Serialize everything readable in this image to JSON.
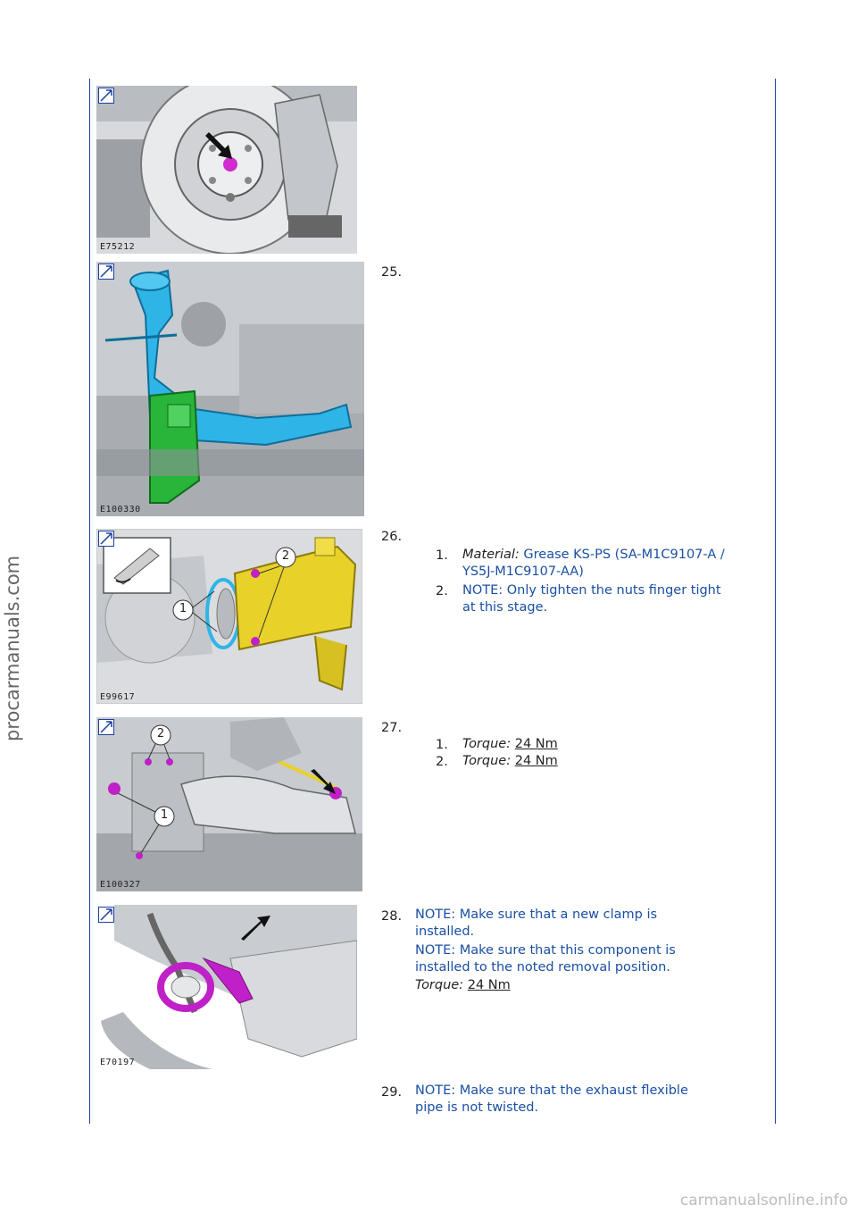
{
  "sidebar_watermark": "procarmanuals.com",
  "footer_watermark": "carmanualsonline.info",
  "figures": [
    {
      "code": "E75212"
    },
    {
      "code": "E100330"
    },
    {
      "code": "E99617",
      "callouts": [
        "1",
        "2"
      ]
    },
    {
      "code": "E100327",
      "callouts": [
        "2",
        "1"
      ]
    },
    {
      "code": "E70197"
    }
  ],
  "steps": {
    "s25": {
      "number": "25."
    },
    "s26": {
      "number": "26.",
      "items": [
        {
          "num": "1.",
          "label": "Material:",
          "text_line1": "Grease KS-PS (SA-M1C9107-A /",
          "text_line2": "YS5J-M1C9107-AA)"
        },
        {
          "num": "2.",
          "text_line1": "NOTE: Only tighten the nuts finger tight",
          "text_line2": "at this stage."
        }
      ]
    },
    "s27": {
      "number": "27.",
      "items": [
        {
          "num": "1.",
          "label": "Torque:",
          "value": "24 Nm"
        },
        {
          "num": "2.",
          "label": "Torque:",
          "value": "24 Nm"
        }
      ]
    },
    "s28": {
      "number": "28.",
      "note1_line1": "NOTE: Make sure that a new clamp is",
      "note1_line2": "installed.",
      "note2_line1": "NOTE: Make sure that this component is",
      "note2_line2": "installed to the noted removal position.",
      "torque_label": "Torque:",
      "torque_value": "24 Nm"
    },
    "s29": {
      "number": "29.",
      "note_line1": "NOTE: Make sure that the exhaust flexible",
      "note_line2": "pipe is not twisted."
    }
  },
  "colors": {
    "rule": "#1a3f9e",
    "note_text": "#1a4fa3",
    "highlight_blue": "#2fb4e8",
    "highlight_green": "#28b53a",
    "highlight_magenta": "#c020c8",
    "highlight_yellow": "#e8d22a"
  }
}
